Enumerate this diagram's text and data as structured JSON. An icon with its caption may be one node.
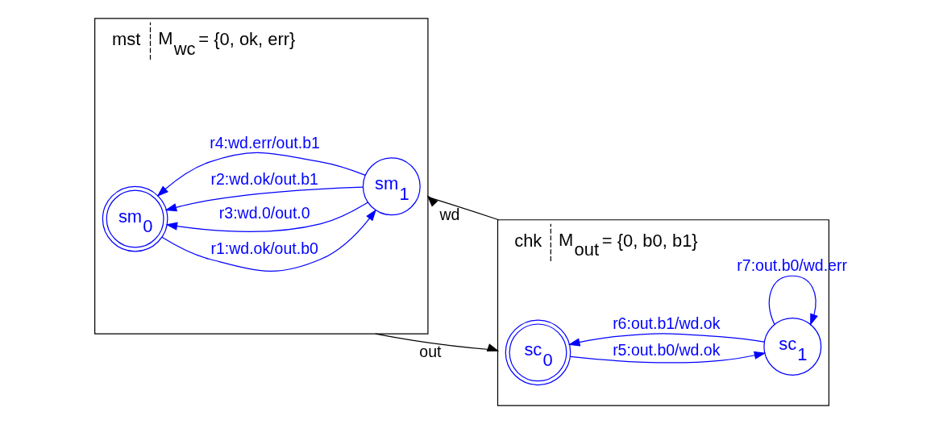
{
  "diagram": {
    "nodes": [
      {
        "text": [
          "mst",
          "M$_{wc}$ = {0, ok, err}"
        ]
      },
      {
        "text": [
          "sm$_{0}$"
        ],
        "in": 0
      },
      {
        "text": [
          "sm$_{1}$"
        ],
        "in": 0
      },
      {
        "text": [
          "chk",
          "M$_{out}$ = {0, b0, b1}"
        ]
      },
      {
        "text": [
          "sc$_{0}$"
        ],
        "in": 3
      },
      {
        "text": [
          "sc$_{1}$"
        ],
        "in": 3
      }
    ],
    "edges": [
      {
        "from": 2,
        "to": 1,
        "arrow": "to",
        "label": "r3:wd.0/out.0"
      },
      {
        "from": 1,
        "to": 2,
        "arrow": "to",
        "label": "r1:wd.ok/out.b0"
      },
      {
        "from": 2,
        "to": 1,
        "arrow": "to",
        "label": "r2:wd.ok/out.b1"
      },
      {
        "from": 2,
        "to": 1,
        "arrow": "to",
        "label": "r4:wd.err/out.b1"
      },
      {
        "from": 4,
        "to": 5,
        "arrow": "to",
        "label": "r5:out.b0/wd.ok"
      },
      {
        "from": 5,
        "to": 5,
        "arrow": "to",
        "label": "r7:out.b0/wd.err"
      },
      {
        "from": 5,
        "to": 4,
        "arrow": "to",
        "label": "r6:out.b1/wd.ok"
      },
      {
        "from": 0,
        "to": 3,
        "arrow": "to",
        "label": "out",
        "color": "#000000"
      },
      {
        "from": 3,
        "to": 0,
        "arrow": "to",
        "label": "wd",
        "color": "#000000"
      }
    ]
  }
}
